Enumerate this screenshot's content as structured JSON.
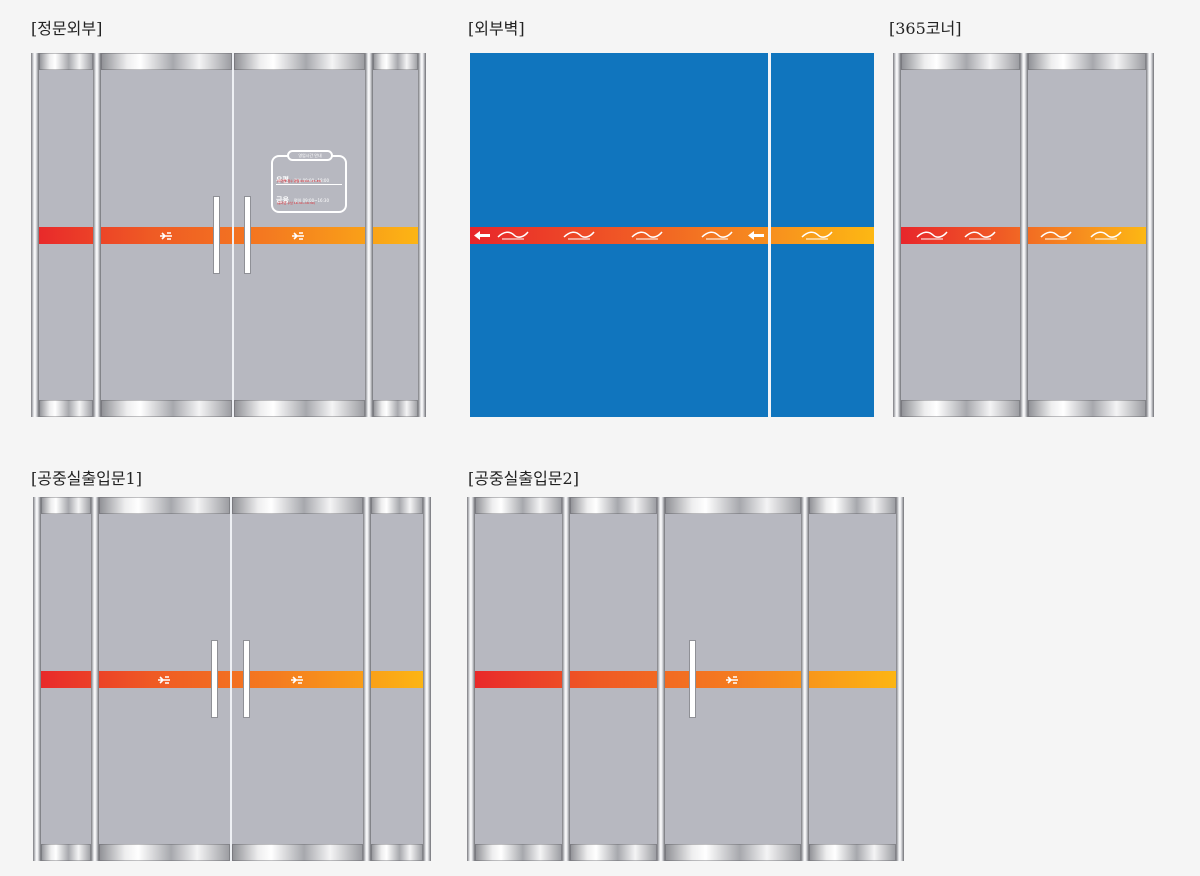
{
  "sections": {
    "main_entrance": {
      "title": "[정문외부]"
    },
    "exterior_wall": {
      "title": "[외부벽]"
    },
    "corner_365": {
      "title": "[365코너]"
    },
    "public_entrance_1": {
      "title": "[공중실출입문1]"
    },
    "public_entrance_2": {
      "title": "[공중실출입문2]"
    }
  },
  "info_sign": {
    "heading": "영업시간 안내",
    "postal_label": "우편",
    "postal_hours": "평일 09:00~18:00",
    "postal_note": "(우편물 접수 평일 09:00~17:30)",
    "finance_label": "금융",
    "finance_hours": "평일 09:00~16:30",
    "finance_note": "(공과금 수납 16:30~16:30)"
  },
  "colors": {
    "frame_gray": "#b7b8c0",
    "wall_blue": "#1075be",
    "stripe_red": "#e8262b",
    "stripe_orange": "#f47a20",
    "stripe_yellow": "#fdb813",
    "page_background": "#f5f5f5"
  },
  "icons": {
    "stripe_logo": "postal-logo-icon",
    "slogan": "slogan-script-icon",
    "arrow": "arrow-icon"
  }
}
